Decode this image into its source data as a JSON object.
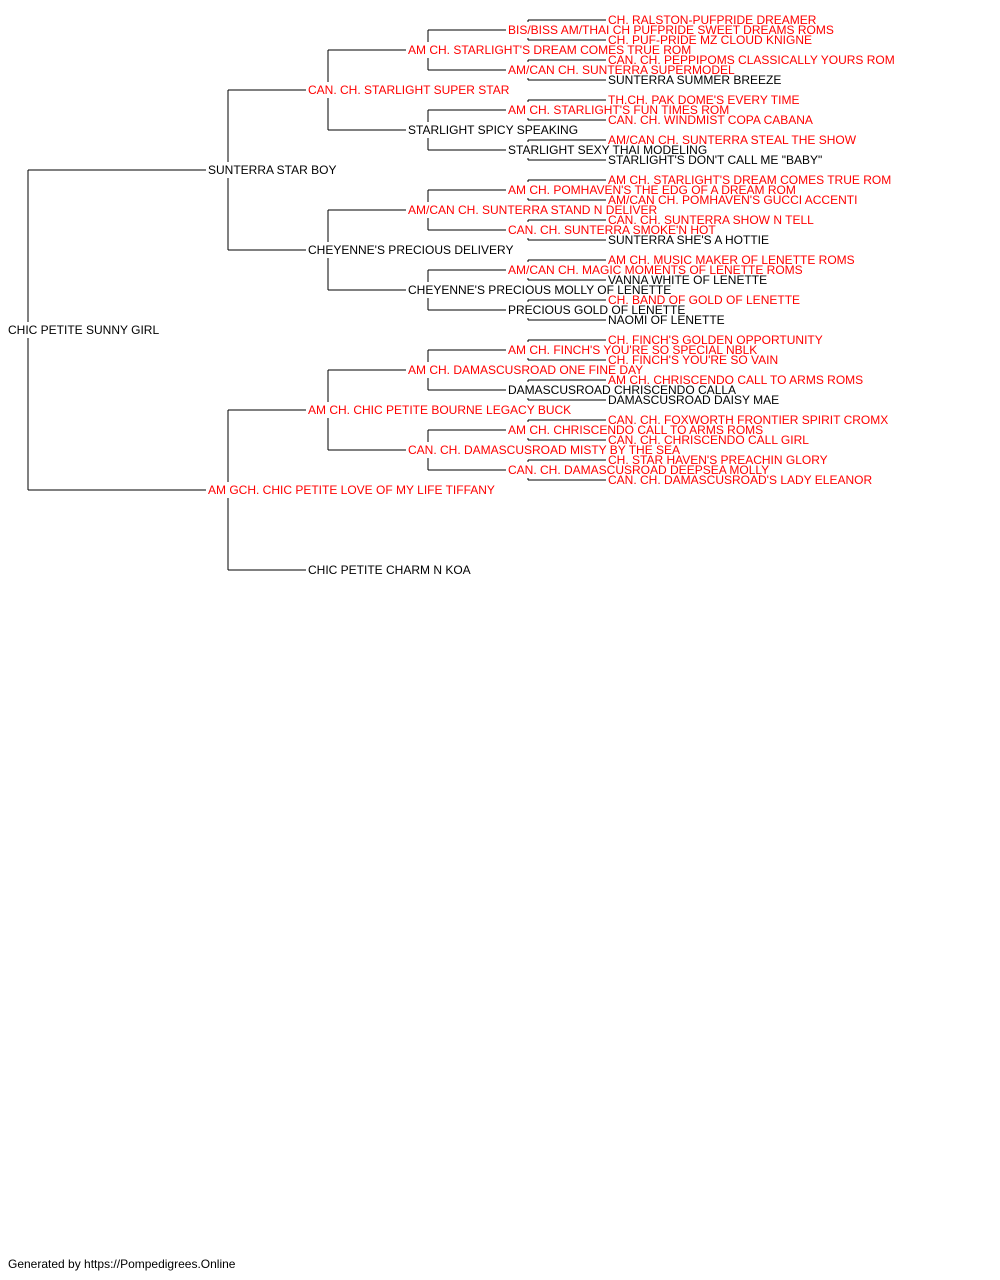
{
  "colors": {
    "champion": "#ff0000",
    "regular": "#000000",
    "line": "#000000"
  },
  "pedigree": {
    "name": "CHIC PETITE SUNNY GIRL",
    "champion": false,
    "sire": {
      "name": "SUNTERRA STAR BOY",
      "champion": false,
      "sire": {
        "name": "CAN. CH. STARLIGHT SUPER STAR",
        "champion": true,
        "sire": {
          "name": "AM CH. STARLIGHT'S DREAM COMES TRUE ROM",
          "champion": true,
          "sire": {
            "name": "BIS/BISS AM/THAI CH PUFPRIDE SWEET DREAMS ROMS",
            "champion": true,
            "sire": {
              "name": "CH. RALSTON-PUFPRIDE DREAMER",
              "champion": true
            },
            "dam": {
              "name": "CH. PUF-PRIDE MZ CLOUD KNIGNE",
              "champion": true
            }
          },
          "dam": {
            "name": "AM/CAN CH. SUNTERRA SUPERMODEL",
            "champion": true,
            "sire": {
              "name": "CAN. CH. PEPPIPOMS CLASSICALLY YOURS ROM",
              "champion": true
            },
            "dam": {
              "name": "SUNTERRA SUMMER BREEZE",
              "champion": false
            }
          }
        },
        "dam": {
          "name": "STARLIGHT SPICY SPEAKING",
          "champion": false,
          "sire": {
            "name": "AM CH. STARLIGHT'S FUN TIMES ROM",
            "champion": true,
            "sire": {
              "name": "TH.CH. PAK DOME'S EVERY TIME",
              "champion": true
            },
            "dam": {
              "name": "CAN. CH. WINDMIST COPA CABANA",
              "champion": true
            }
          },
          "dam": {
            "name": "STARLIGHT SEXY THAI MODELING",
            "champion": false,
            "sire": {
              "name": "AM/CAN CH. SUNTERRA STEAL THE SHOW",
              "champion": true
            },
            "dam": {
              "name": "STARLIGHT'S DON'T CALL ME \"BABY\"",
              "champion": false
            }
          }
        }
      },
      "dam": {
        "name": "CHEYENNE'S PRECIOUS DELIVERY",
        "champion": false,
        "sire": {
          "name": "AM/CAN CH. SUNTERRA STAND N DELIVER",
          "champion": true,
          "sire": {
            "name": "AM CH. POMHAVEN'S THE EDG OF A DREAM ROM",
            "champion": true,
            "sire": {
              "name": "AM CH. STARLIGHT'S DREAM COMES TRUE ROM",
              "champion": true
            },
            "dam": {
              "name": "AM/CAN CH. POMHAVEN'S GUCCI ACCENTI",
              "champion": true
            }
          },
          "dam": {
            "name": "CAN. CH. SUNTERRA SMOKE'N HOT",
            "champion": true,
            "sire": {
              "name": "CAN. CH. SUNTERRA SHOW N TELL",
              "champion": true
            },
            "dam": {
              "name": "SUNTERRA SHE'S A HOTTIE",
              "champion": false
            }
          }
        },
        "dam": {
          "name": "CHEYENNE'S PRECIOUS MOLLY OF LENETTE",
          "champion": false,
          "sire": {
            "name": "AM/CAN CH. MAGIC MOMENTS OF LENETTE ROMS",
            "champion": true,
            "sire": {
              "name": "AM CH. MUSIC MAKER OF LENETTE ROMS",
              "champion": true
            },
            "dam": {
              "name": "VANNA WHITE OF LENETTE",
              "champion": false
            }
          },
          "dam": {
            "name": "PRECIOUS GOLD OF LENETTE",
            "champion": false,
            "sire": {
              "name": "CH. BAND OF GOLD OF LENETTE",
              "champion": true
            },
            "dam": {
              "name": "NAOMI OF LENETTE",
              "champion": false
            }
          }
        }
      }
    },
    "dam": {
      "name": "AM GCH. CHIC PETITE LOVE OF MY LIFE TIFFANY",
      "champion": true,
      "sire": {
        "name": "AM CH. CHIC PETITE BOURNE LEGACY BUCK",
        "champion": true,
        "sire": {
          "name": "AM CH. DAMASCUSROAD ONE FINE DAY",
          "champion": true,
          "sire": {
            "name": "AM CH. FINCH'S YOU'RE SO SPECIAL NBLK",
            "champion": true,
            "sire": {
              "name": "CH. FINCH'S GOLDEN OPPORTUNITY",
              "champion": true
            },
            "dam": {
              "name": "CH. FINCH'S YOU'RE SO VAIN",
              "champion": true
            }
          },
          "dam": {
            "name": "DAMASCUSROAD CHRISCENDO CALLA",
            "champion": false,
            "sire": {
              "name": "AM CH. CHRISCENDO CALL TO ARMS ROMS",
              "champion": true
            },
            "dam": {
              "name": "DAMASCUSROAD DAISY MAE",
              "champion": false
            }
          }
        },
        "dam": {
          "name": "CAN. CH. DAMASCUSROAD MISTY BY THE SEA",
          "champion": true,
          "sire": {
            "name": "AM CH. CHRISCENDO CALL TO ARMS ROMS",
            "champion": true,
            "sire": {
              "name": "CAN. CH. FOXWORTH FRONTIER SPIRIT CROMX",
              "champion": true
            },
            "dam": {
              "name": "CAN. CH. CHRISCENDO CALL GIRL",
              "champion": true
            }
          },
          "dam": {
            "name": "CAN. CH. DAMASCUSROAD DEEPSEA MOLLY",
            "champion": true,
            "sire": {
              "name": "CH. STAR HAVEN'S PREACHIN GLORY",
              "champion": true
            },
            "dam": {
              "name": "CAN. CH. DAMASCUSROAD'S LADY ELEANOR",
              "champion": true
            }
          }
        }
      },
      "dam": {
        "name": "CHIC PETITE CHARM N KOA",
        "champion": false
      }
    }
  },
  "footer": {
    "text": "Generated by https://Pompedigrees.Online"
  }
}
